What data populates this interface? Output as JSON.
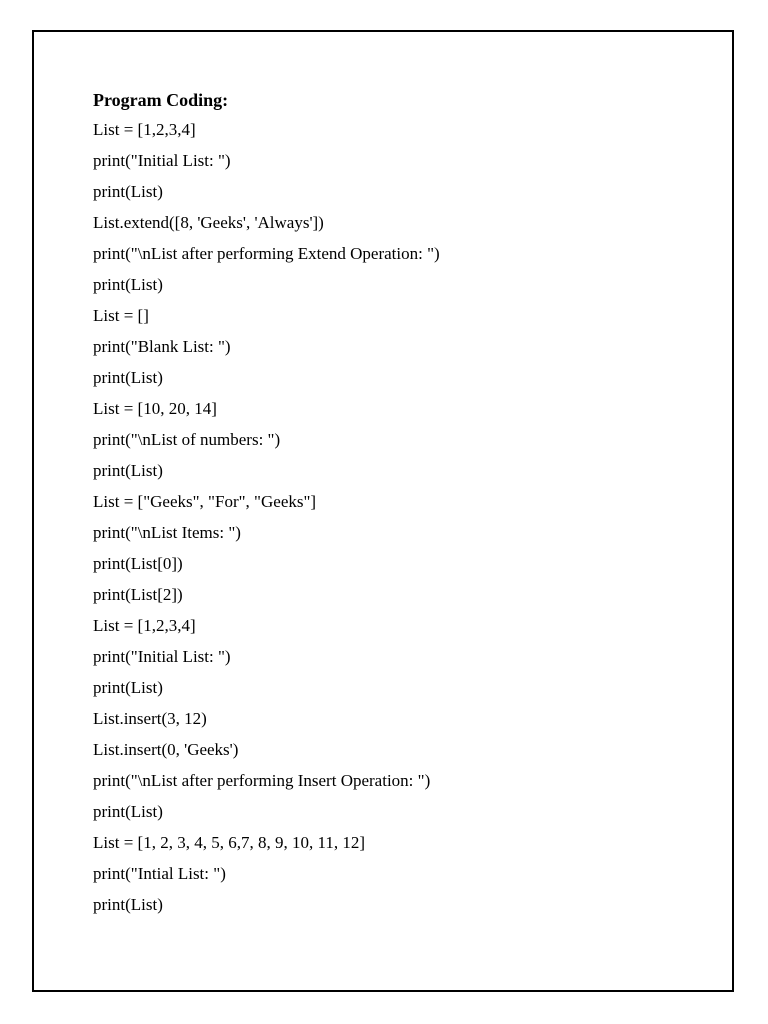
{
  "document": {
    "heading": "Program Coding:",
    "lines": [
      "List = [1,2,3,4]",
      "print(\"Initial List: \")",
      "print(List)",
      "List.extend([8, 'Geeks', 'Always'])",
      "print(\"\\nList after performing Extend Operation: \")",
      "print(List)",
      "List = []",
      "print(\"Blank List: \")",
      "print(List)",
      "List = [10, 20, 14]",
      "print(\"\\nList of numbers: \")",
      "print(List)",
      "List = [\"Geeks\", \"For\", \"Geeks\"]",
      "print(\"\\nList Items: \")",
      "print(List[0])",
      "print(List[2])",
      "List = [1,2,3,4]",
      "print(\"Initial List: \")",
      "print(List)",
      "List.insert(3, 12)",
      "List.insert(0, 'Geeks')",
      "print(\"\\nList after performing Insert Operation: \")",
      "print(List)",
      "List = [1, 2, 3, 4, 5, 6,7, 8, 9, 10, 11, 12]",
      "print(\"Intial List: \")",
      "print(List)"
    ]
  }
}
